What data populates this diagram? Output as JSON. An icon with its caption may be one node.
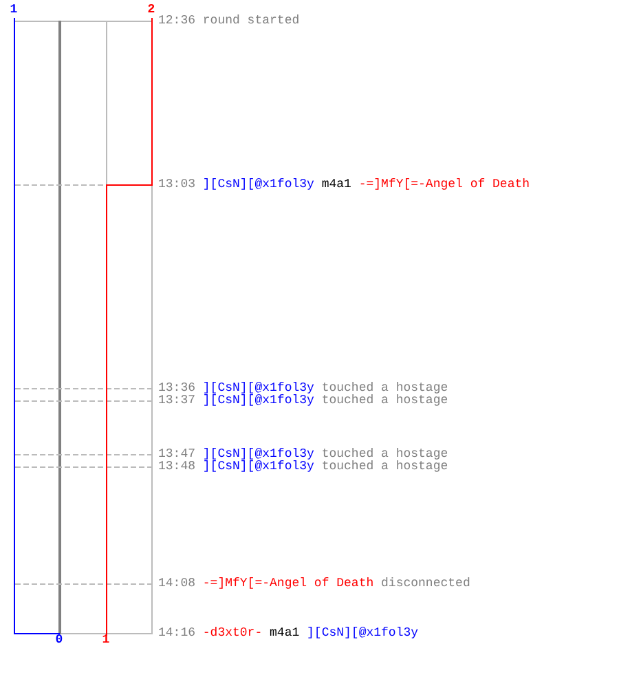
{
  "diagram": {
    "labels": [
      "1",
      "2",
      "12:36",
      "round started",
      "13:03",
      "][CsN][@x1fol3y",
      "m4a1",
      "-=]MfY[=-Angel of Death",
      "13:36",
      "][CsN][@x1fol3y",
      "touched a hostage",
      "13:37",
      "][CsN][@x1fol3y",
      "touched a hostage",
      "13:47",
      "][CsN][@x1fol3y",
      "touched a hostage",
      "13:48",
      "][CsN][@x1fol3y",
      "touched a hostage",
      "14:08",
      "-=]MfY[=-Angel of Death",
      "disconnected",
      "14:16",
      "-d3xt0r-",
      "m4a1",
      "][CsN][@x1fol3y",
      "0",
      "1"
    ]
  }
}
